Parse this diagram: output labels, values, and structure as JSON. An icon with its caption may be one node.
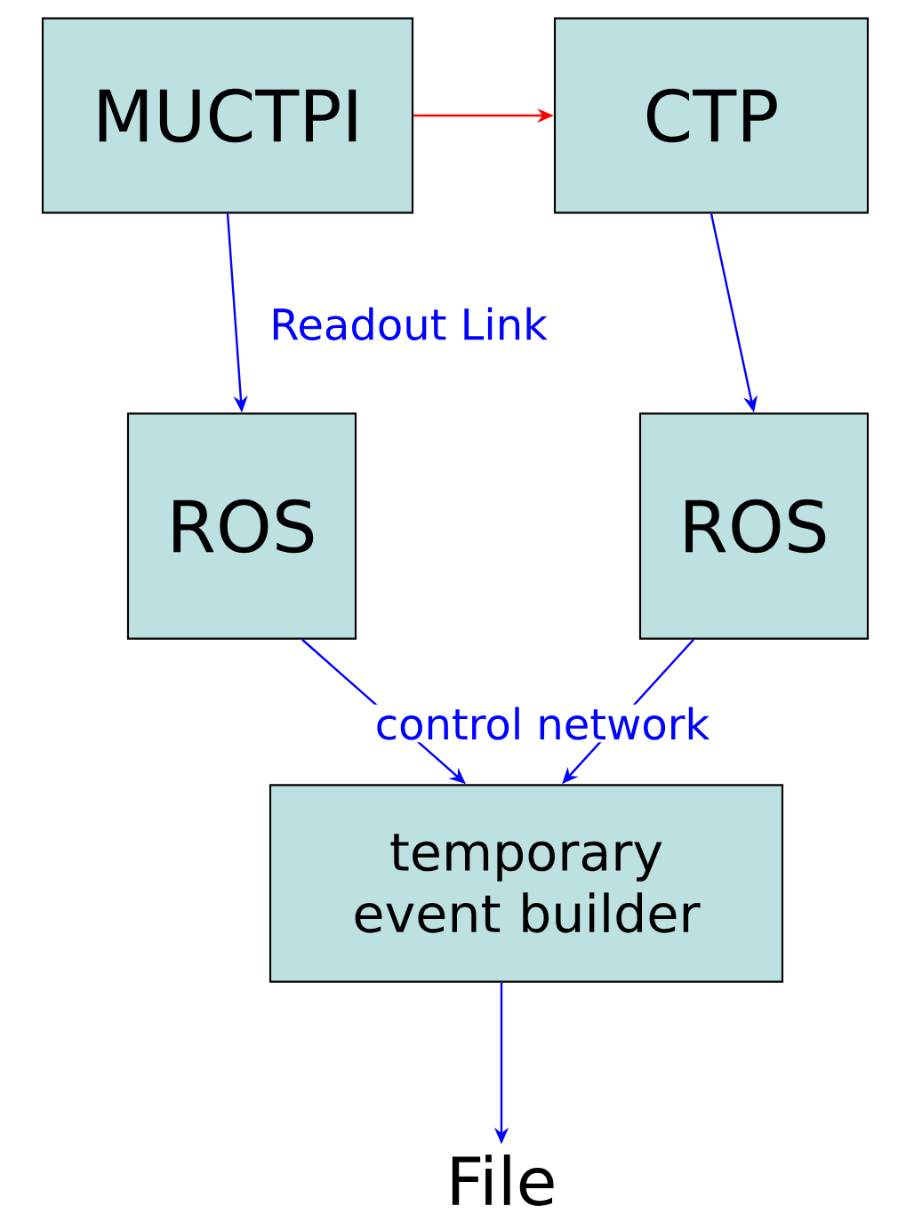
{
  "diagram": {
    "nodes": [
      {
        "text": [
          "MUCTPI"
        ]
      },
      {
        "text": [
          "CTP"
        ]
      },
      {
        "text": [
          "ROS"
        ]
      },
      {
        "text": [
          "ROS"
        ]
      },
      {
        "text": [
          "temporary event builder"
        ]
      },
      {
        "text": [
          "File"
        ]
      }
    ],
    "edges": [
      {
        "from": 0,
        "to": 1,
        "arrow": "to",
        "color": "#ff0000"
      },
      {
        "from": 0,
        "to": 2,
        "arrow": "to",
        "label": "Readout Link"
      },
      {
        "from": 1,
        "to": 3,
        "arrow": "to"
      },
      {
        "from": 2,
        "to": 4,
        "arrow": "to"
      },
      {
        "from": 3,
        "to": 4,
        "arrow": "to"
      },
      {
        "from": 4,
        "to": 5,
        "arrow": "to"
      }
    ],
    "labels": [
      "control network"
    ]
  }
}
